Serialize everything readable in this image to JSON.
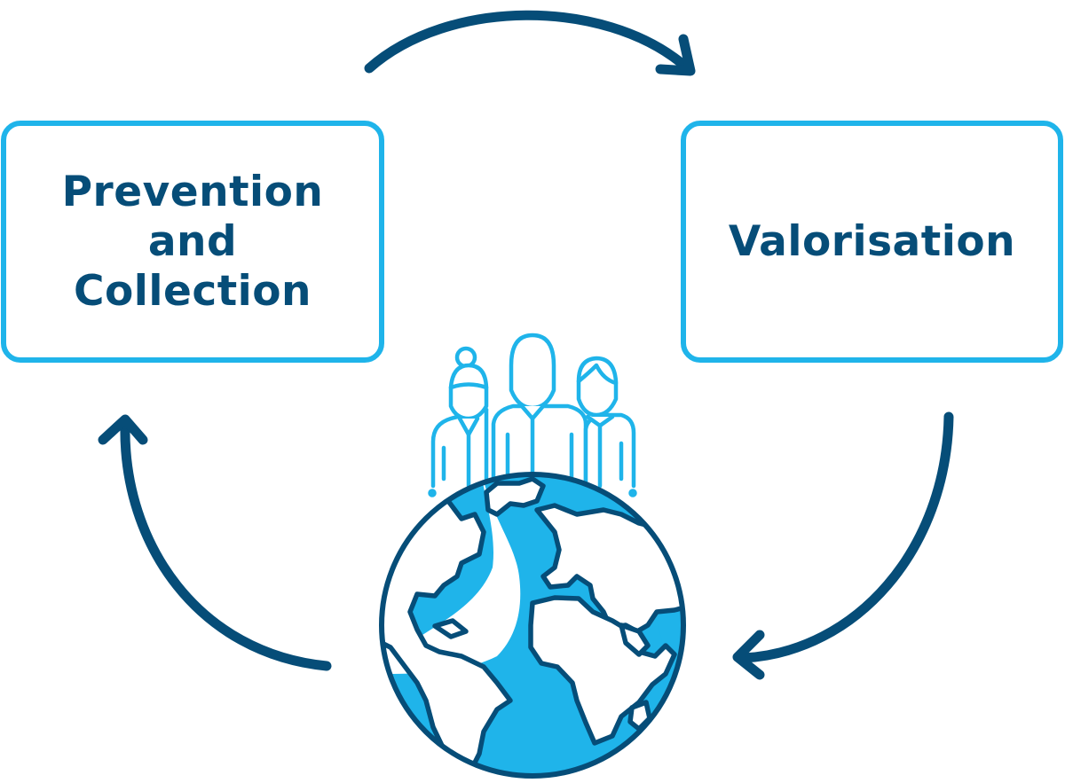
{
  "diagram": {
    "type": "cycle",
    "nodes": [
      {
        "id": "prevention-collection",
        "lines": [
          "Prevention",
          "and",
          "Collection"
        ]
      },
      {
        "id": "valorisation",
        "lines": [
          "Valorisation"
        ]
      }
    ],
    "center": {
      "icon": "people-on-globe-icon"
    },
    "arrows": [
      {
        "from": "prevention-collection",
        "to": "valorisation",
        "direction": "clockwise"
      },
      {
        "from": "valorisation",
        "to": "center",
        "direction": "clockwise"
      },
      {
        "from": "center",
        "to": "prevention-collection",
        "direction": "clockwise"
      }
    ]
  },
  "colors": {
    "dark_blue": "#064d78",
    "light_blue": "#1fb4ea",
    "white": "#ffffff"
  }
}
